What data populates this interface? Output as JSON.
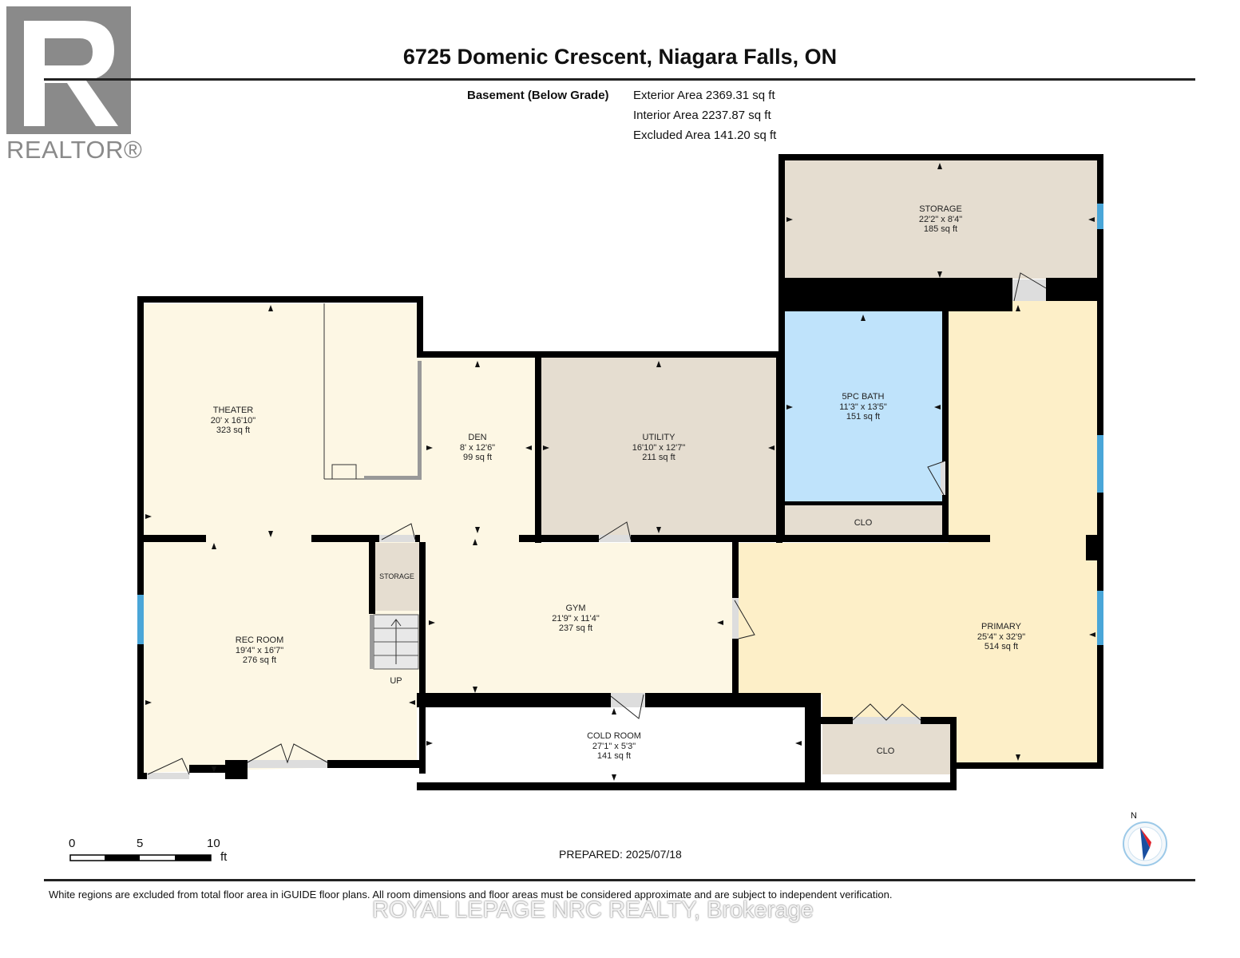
{
  "title": "6725 Domenic Crescent, Niagara Falls, ON",
  "logo": {
    "text": "REALTOR®",
    "color": "#8a8a8a"
  },
  "level": {
    "name": "Basement (Below Grade)",
    "exterior_area": "Exterior Area 2369.31 sq ft",
    "interior_area": "Interior Area 2237.87 sq ft",
    "excluded_area": "Excluded Area 141.20 sq ft"
  },
  "rooms": {
    "storage_top": {
      "name": "STORAGE",
      "dims": "22'2\" x 8'4\"",
      "area": "185 sq ft",
      "color": "#e5ddd0"
    },
    "theater": {
      "name": "THEATER",
      "dims": "20' x 16'10\"",
      "area": "323 sq ft",
      "color": "#fdf7e4"
    },
    "den": {
      "name": "DEN",
      "dims": "8' x 12'6\"",
      "area": "99 sq ft",
      "color": "#fdf7e4"
    },
    "utility": {
      "name": "UTILITY",
      "dims": "16'10\" x 12'7\"",
      "area": "211 sq ft",
      "color": "#e5ddd0"
    },
    "bath": {
      "name": "5PC BATH",
      "dims": "11'3\" x 13'5\"",
      "area": "151 sq ft",
      "color": "#bfe3fb"
    },
    "bath_clo": {
      "name": "CLO",
      "color": "#e5ddd0"
    },
    "small_storage": {
      "name": "STORAGE",
      "color": "#e5ddd0"
    },
    "stairs": {
      "name": "UP"
    },
    "gym": {
      "name": "GYM",
      "dims": "21'9\" x 11'4\"",
      "area": "237 sq ft",
      "color": "#fdf7e4"
    },
    "rec_room": {
      "name": "REC ROOM",
      "dims": "19'4\" x 16'7\"",
      "area": "276 sq ft",
      "color": "#fdf7e4"
    },
    "primary": {
      "name": "PRIMARY",
      "dims": "25'4\" x 32'9\"",
      "area": "514 sq ft",
      "color": "#fdefc8"
    },
    "primary_clo": {
      "name": "CLO",
      "color": "#e5ddd0"
    },
    "cold_room": {
      "name": "COLD ROOM",
      "dims": "27'1\" x 5'3\"",
      "area": "141 sq ft",
      "color": "#ffffff"
    }
  },
  "scale": {
    "ticks": [
      "0",
      "5",
      "10"
    ],
    "unit": "ft"
  },
  "compass": {
    "label": "N",
    "color": "#e0202a"
  },
  "prepared": "PREPARED: 2025/07/18",
  "disclaimer": "White regions are excluded from total floor area in iGUIDE floor plans. All room dimensions and floor areas must be considered approximate and are subject to independent verification.",
  "watermark": "ROYAL LEPAGE NRC REALTY, Brokerage"
}
